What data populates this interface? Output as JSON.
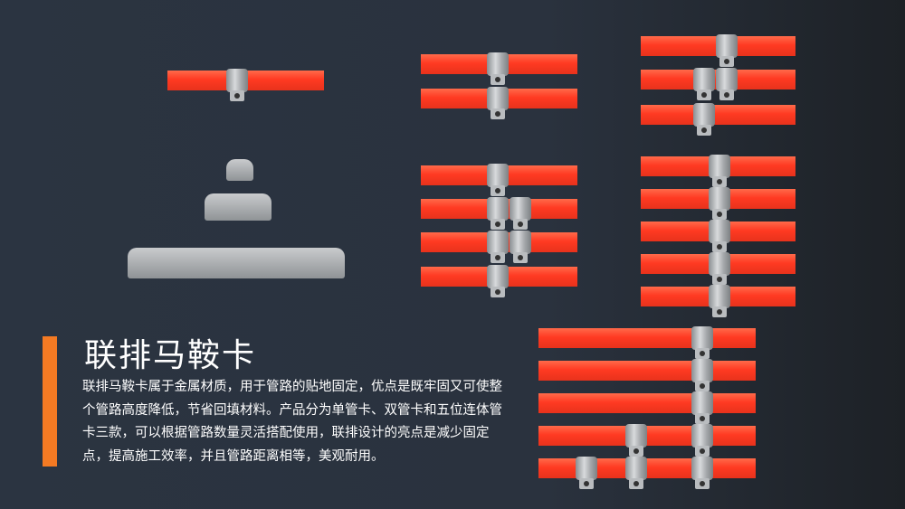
{
  "title": "联排马鞍卡",
  "description": "联排马鞍卡属于金属材质，用于管路的贴地固定，优点是既牢固又可使整个管路高度降低，节省回填材料。产品分为单管卡、双管卡和五位连体管卡三款，可以根据管路数量灵活搭配使用，联排设计的亮点是减少固定点，提高施工效率，并且管路距离相等，美观耐用。",
  "colors": {
    "accent": "#f47a23",
    "pipe": "#ff4a2e",
    "background": "#2b3441"
  },
  "product_images": [
    "single-clamp",
    "double-clamp",
    "triple-clamp",
    "loose-clamps",
    "quad-clamp",
    "five-clamp-vertical",
    "five-clamp-staggered"
  ]
}
